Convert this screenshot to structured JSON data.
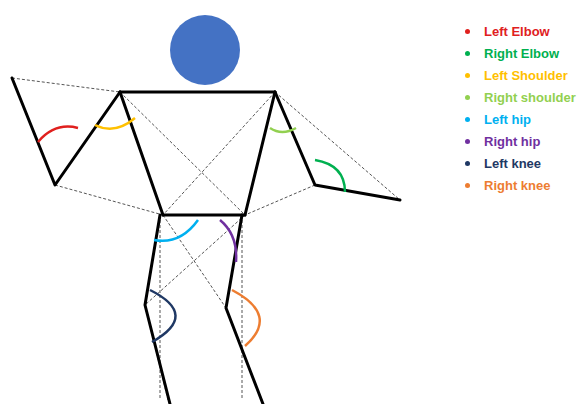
{
  "diagram": {
    "legend": [
      {
        "text": "Left Elbow",
        "color": "#e0201e"
      },
      {
        "text": "Right Elbow",
        "color": "#00b050"
      },
      {
        "text": "Left Shoulder",
        "color": "#ffc000"
      },
      {
        "text": "Right shoulder",
        "color": "#92d050"
      },
      {
        "text": "Left hip",
        "color": "#00b0f0"
      },
      {
        "text": "Right hip",
        "color": "#7030a0"
      },
      {
        "text": "Left knee",
        "color": "#1f3864"
      },
      {
        "text": "Right knee",
        "color": "#ed7d31"
      }
    ]
  }
}
